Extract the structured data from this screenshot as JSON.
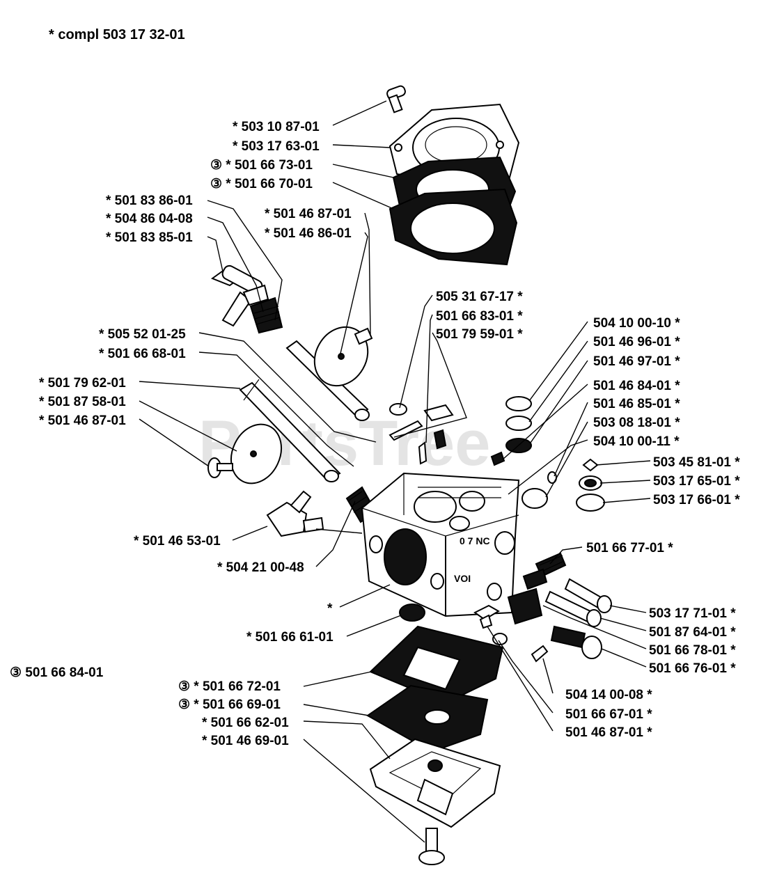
{
  "header": {
    "text": "*  compl 503 17 32-01"
  },
  "watermark": "PartsTree",
  "kit_note": "③ 501 66 84-01",
  "labels": [
    "*  503 10 87-01",
    "*  503 17 63-01",
    "③  *  501 66 73-01",
    "③  *  501 66 70-01",
    "*  501 83 86-01",
    "*  504 86 04-08",
    "*  501 83 85-01",
    "*  501 46 87-01",
    "*  501 46 86-01",
    "505 31 67-17  *",
    "501 66 83-01  *",
    "501 79 59-01  *",
    "*  505 52 01-25",
    "*  501 66 68-01",
    "504 10 00-10  *",
    "501 46 96-01  *",
    "501 46 97-01  *",
    "*  501 79 62-01",
    "*  501 87 58-01",
    "*  501 46 87-01",
    "501 46 84-01  *",
    "501 46 85-01  *",
    "503 08 18-01  *",
    "504 10 00-11  *",
    "503 45 81-01  *",
    "503 17 65-01  *",
    "503 17 66-01  *",
    "*  501 46 53-01",
    "*  504 21 00-48",
    "501 66 77-01  *",
    "*",
    "503 17 71-01  *",
    "501 87 64-01  *",
    "*  501 66 61-01",
    "501 66 78-01  *",
    "501 66 76-01  *",
    "③  *  501 66 72-01",
    "③  *  501 66 69-01",
    "*  501 66 62-01",
    "*  501 46 69-01",
    "504 14 00-08  *",
    "501 66 67-01  *",
    "501 46 87-01  *"
  ]
}
